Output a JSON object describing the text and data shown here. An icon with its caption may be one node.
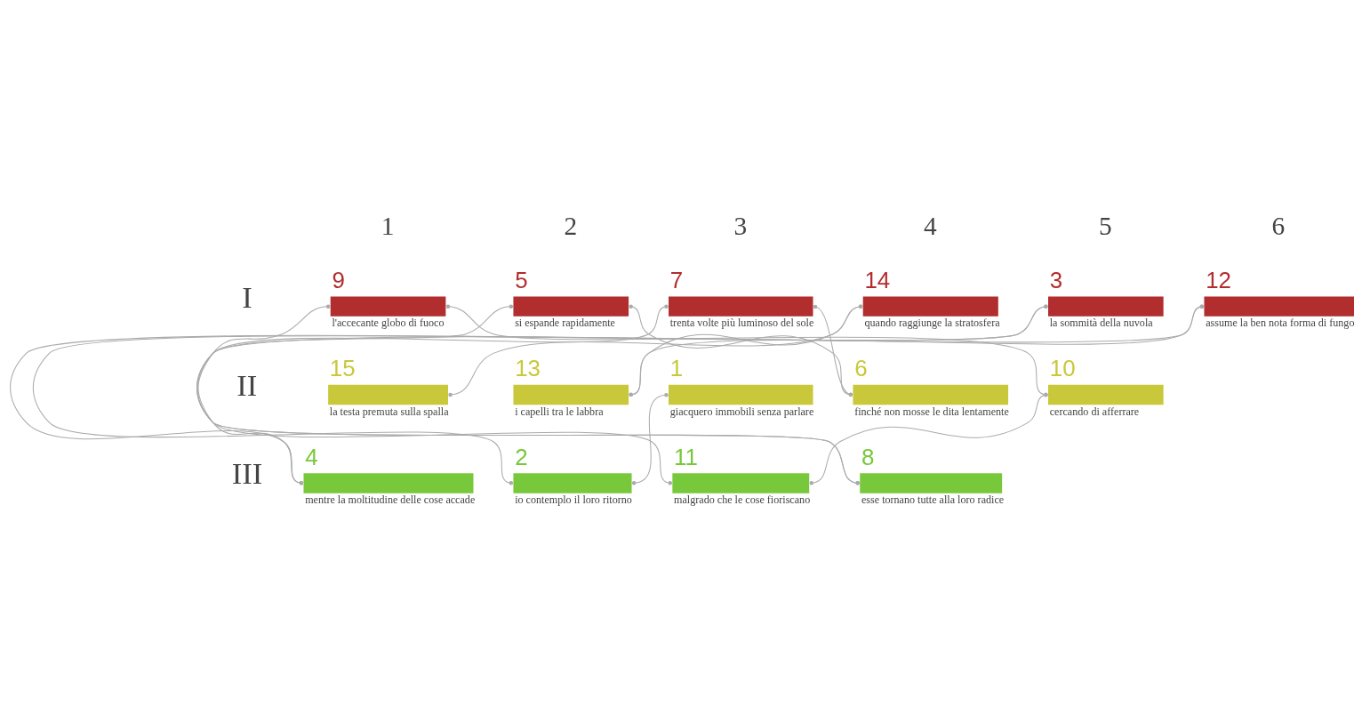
{
  "diagram": {
    "nodes": [
      {
        "text": [
          "9",
          "l'accecante globo di fuoco"
        ]
      },
      {
        "text": [
          "5",
          "si espande rapidamente"
        ]
      },
      {
        "text": [
          "7",
          "trenta volte più luminoso del sole"
        ]
      },
      {
        "text": [
          "14",
          "quando raggiunge la stratosfera"
        ]
      },
      {
        "text": [
          "3",
          "la sommità della nuvola"
        ]
      },
      {
        "text": [
          "12",
          "assume la ben nota forma di fungo"
        ]
      },
      {
        "text": [
          "15",
          "la testa premuta sulla spalla"
        ]
      },
      {
        "text": [
          "13",
          "i capelli tra le labbra"
        ]
      },
      {
        "text": [
          "1",
          "giacquero immobili senza parlare"
        ]
      },
      {
        "text": [
          "6",
          "finché non mosse le dita lentamente"
        ]
      },
      {
        "text": [
          "10",
          "cercando di afferrare"
        ]
      },
      {
        "text": [
          "4",
          "mentre la moltitudine delle cose accade"
        ]
      },
      {
        "text": [
          "2",
          "io contemplo il loro ritorno"
        ]
      },
      {
        "text": [
          "11",
          "malgrado che le cose fioriscano"
        ]
      },
      {
        "text": [
          "8",
          "esse tornano tutte alla loro radice"
        ]
      }
    ],
    "edges": [
      {
        "from": 8,
        "to": 12,
        "arrow": "other"
      },
      {
        "from": 12,
        "to": 4,
        "arrow": "other"
      },
      {
        "from": 4,
        "to": 11,
        "arrow": "other"
      },
      {
        "from": 11,
        "to": 1,
        "arrow": "other"
      },
      {
        "from": 1,
        "to": 9,
        "arrow": "other"
      },
      {
        "from": 9,
        "to": 2,
        "arrow": "other"
      },
      {
        "from": 2,
        "to": 14,
        "arrow": "other"
      },
      {
        "from": 14,
        "to": 0,
        "arrow": "other"
      },
      {
        "from": 0,
        "to": 10,
        "arrow": "other"
      },
      {
        "from": 10,
        "to": 13,
        "arrow": "other"
      },
      {
        "from": 13,
        "to": 5,
        "arrow": "other"
      },
      {
        "from": 5,
        "to": 7,
        "arrow": "other"
      },
      {
        "from": 7,
        "to": 3,
        "arrow": "other"
      },
      {
        "from": 3,
        "to": 6,
        "arrow": "other"
      }
    ],
    "labels": [
      "1",
      "2",
      "3",
      "4",
      "5",
      "6",
      "I",
      "II",
      "III"
    ]
  }
}
